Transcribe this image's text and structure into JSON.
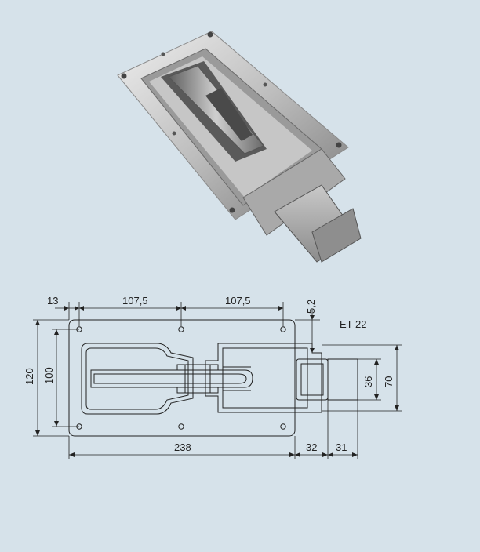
{
  "drawing": {
    "code": "ET 22",
    "dimensions": {
      "edge_hole": "13",
      "hole_spacing_left": "107,5",
      "hole_spacing_right": "107,5",
      "offset_top": "5,2",
      "height_outer": "120",
      "height_inner": "100",
      "bolt_inner": "36",
      "bolt_outer": "70",
      "length_plate": "238",
      "length_bolt_1": "32",
      "length_bolt_2": "31"
    },
    "colors": {
      "background": "#d6e2ea",
      "line": "#222222",
      "metal_light": "#d8d8d8",
      "metal_dark": "#6e6e6e"
    }
  }
}
